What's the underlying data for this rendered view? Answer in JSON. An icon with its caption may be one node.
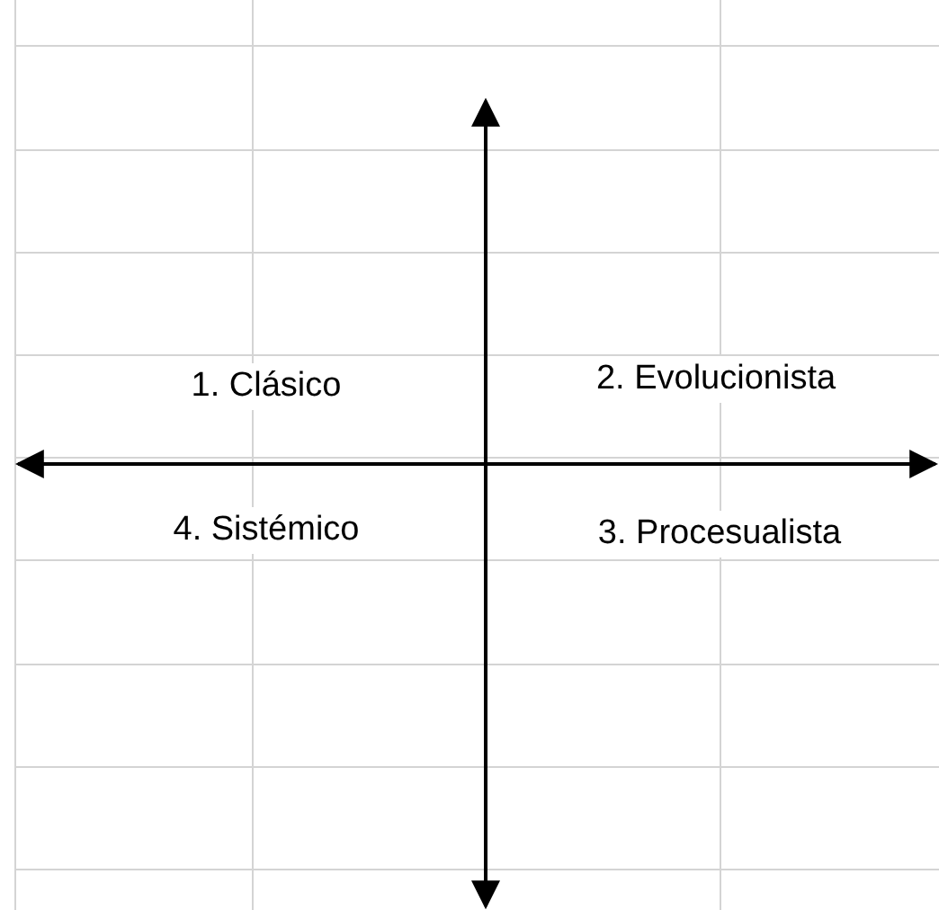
{
  "diagram": {
    "labels": [
      "1. Clásico",
      "2. Evolucionista",
      "4. Sistémico",
      "3. Procesualista"
    ]
  }
}
